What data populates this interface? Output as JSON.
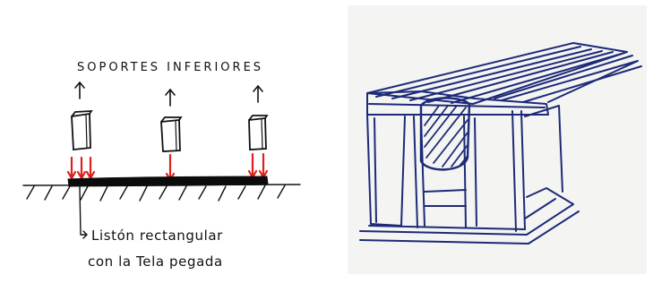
{
  "left_sketch": {
    "title": "SOPORTES INFERIORES",
    "caption_line1": "Listón rectangular",
    "caption_line2": "con la Tela pegada"
  },
  "colors": {
    "ink": "#111111",
    "arrow_red": "#e0201a",
    "pen_blue": "#1d2a78",
    "paper_right": "#f4f4f2"
  },
  "icons": [
    "up-arrow-icon",
    "down-arrow-icon"
  ]
}
